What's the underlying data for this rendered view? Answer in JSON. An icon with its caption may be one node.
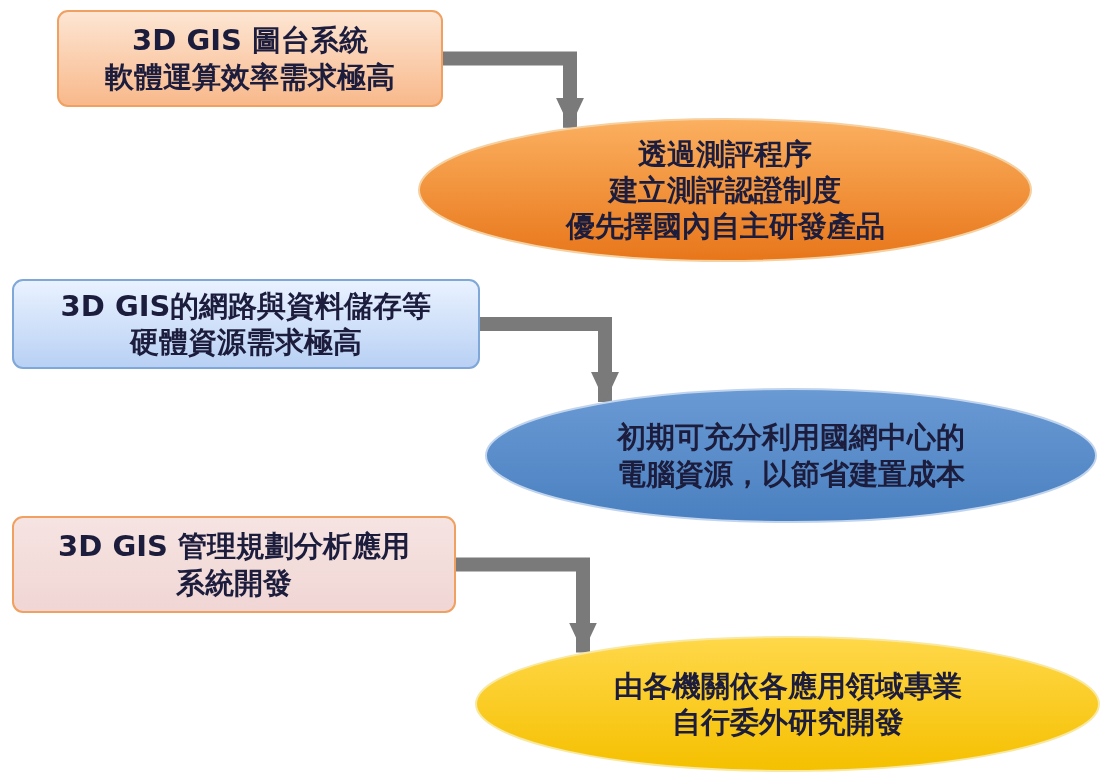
{
  "diagram": {
    "nodes": [
      {
        "text": [
          "3D GIS 圖台系統軟體運算效率需求極高"
        ]
      },
      {
        "text": [
          "透過測評程序建立測評認證制度優先擇國內自主研發產品"
        ]
      },
      {
        "text": [
          "3D GIS的網路與資料儲存等硬體資源需求極高"
        ]
      },
      {
        "text": [
          "初期可充分利用國網中心的電腦資源，以節省建置成本"
        ]
      },
      {
        "text": [
          "3D GIS 管理規劃分析應用系統開發"
        ]
      },
      {
        "text": [
          "由各機關依各應用領域專業自行委外研究開發"
        ]
      }
    ],
    "edges": [
      {
        "from": 0,
        "to": 1,
        "arrow": "to"
      },
      {
        "from": 2,
        "to": 3,
        "arrow": "to"
      },
      {
        "from": 4,
        "to": 5,
        "arrow": "to"
      }
    ]
  }
}
